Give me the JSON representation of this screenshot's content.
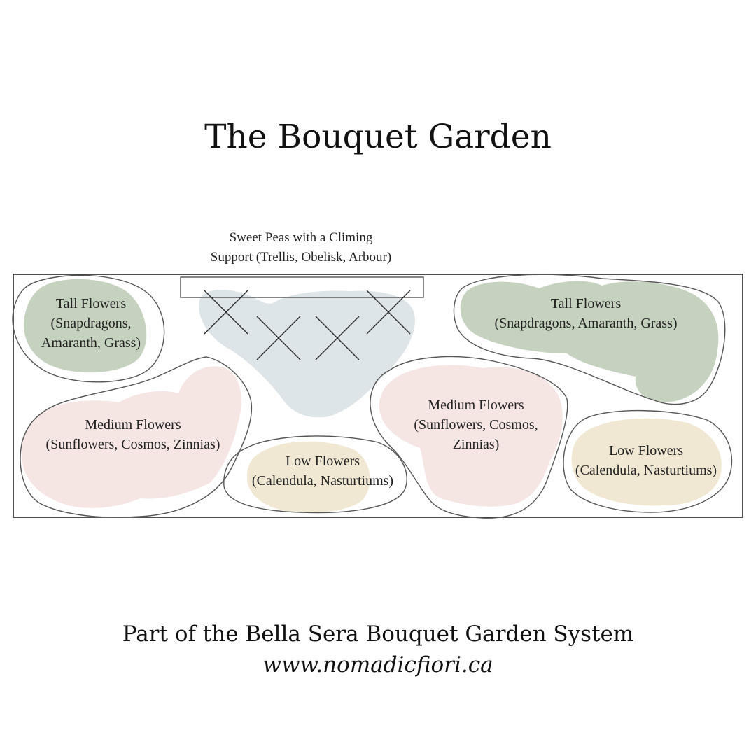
{
  "title": "The Bouquet Garden",
  "support_label": {
    "line1": "Sweet Peas with a Climing",
    "line2": "Support (Trellis, Obelisk, Arbour)"
  },
  "colors": {
    "tall": "#c5d2bf",
    "medium": "#f5e5e3",
    "low": "#f1e8d3",
    "sweet_peas": "#dde5e8",
    "outline": "#4a4a4a"
  },
  "zones": {
    "tall_left": {
      "line1": "Tall Flowers",
      "line2": "(Snapdragons,",
      "line3": "Amaranth, Grass)"
    },
    "tall_right": {
      "line1": "Tall Flowers",
      "line2": "(Snapdragons, Amaranth, Grass)"
    },
    "medium_left": {
      "line1": "Medium Flowers",
      "line2": "(Sunflowers, Cosmos, Zinnias)"
    },
    "medium_center": {
      "line1": "Medium Flowers",
      "line2": "(Sunflowers, Cosmos,",
      "line3": "Zinnias)"
    },
    "low_center": {
      "line1": "Low Flowers",
      "line2": "(Calendula, Nasturtiums)"
    },
    "low_right": {
      "line1": "Low Flowers",
      "line2": "(Calendula, Nasturtiums)"
    }
  },
  "footer": {
    "line1": "Part of the Bella Sera Bouquet Garden System",
    "line2": "www.nomadicfiori.ca"
  }
}
